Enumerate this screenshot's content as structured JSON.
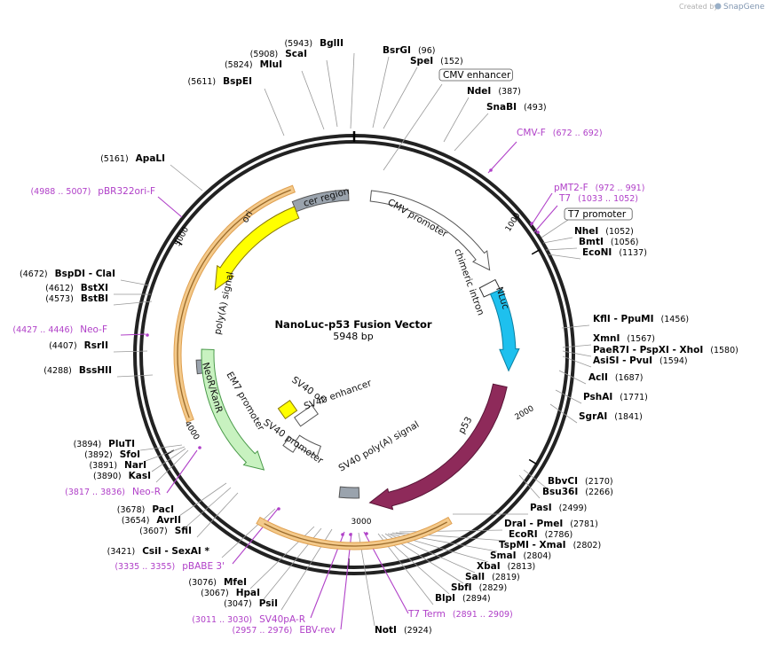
{
  "watermark": {
    "created_by": "Created by",
    "brand": "SnapGene"
  },
  "plasmid": {
    "name": "NanoLuc-p53 Fusion Vector",
    "length": "5948 bp"
  },
  "ruler": [
    "1000",
    "2000",
    "3000",
    "4000",
    "5000"
  ],
  "features": {
    "cer_region": "cer region",
    "cmv_promoter": "CMV promoter",
    "chimeric_intron": "chimeric intron",
    "nluc": "NLuc",
    "p53": "p53",
    "sv40_polya_signal": "SV40 poly(A) signal",
    "sv40_ori": "SV40 ori",
    "sv40_enhancer": "SV40 enhancer",
    "sv40_promoter": "SV40 promoter",
    "em7_promoter": "EM7 promoter",
    "neor_kanr": "NeoR/KanR",
    "polya_signal": "poly(A) signal",
    "ori": "ori"
  },
  "sites": [
    {
      "num": "(5943)",
      "name": "BglII"
    },
    {
      "num": "(5908)",
      "name": "ScaI"
    },
    {
      "num": "(5824)",
      "name": "MluI"
    },
    {
      "num": "(5611)",
      "name": "BspEI"
    },
    {
      "name": "BsrGI",
      "num": "(96)"
    },
    {
      "name": "SpeI",
      "num": "(152)"
    },
    {
      "name": "CMV enhancer",
      "boxed": true
    },
    {
      "name": "NdeI",
      "num": "(387)"
    },
    {
      "name": "SnaBI",
      "num": "(493)"
    },
    {
      "name": "CMV-F",
      "num": "(672 .. 692)",
      "primer": true
    },
    {
      "num": "(5161)",
      "name": "ApaLI"
    },
    {
      "num": "(4988 .. 5007)",
      "name": "pBR322ori-F",
      "primer": true
    },
    {
      "name": "pMT2-F",
      "num": "(972 .. 991)",
      "primer": true
    },
    {
      "name": "T7",
      "num": "(1033 .. 1052)",
      "primer": true
    },
    {
      "name": "T7 promoter",
      "boxed": true
    },
    {
      "name": "NheI",
      "num": "(1052)"
    },
    {
      "name": "BmtI",
      "num": "(1056)"
    },
    {
      "name": "EcoNI",
      "num": "(1137)"
    },
    {
      "num": "(4672)",
      "name": "BspDI - ClaI"
    },
    {
      "num": "(4612)",
      "name": "BstXI"
    },
    {
      "num": "(4573)",
      "name": "BstBI"
    },
    {
      "num": "(4427 .. 4446)",
      "name": "Neo-F",
      "primer": true
    },
    {
      "num": "(4407)",
      "name": "RsrII"
    },
    {
      "num": "(4288)",
      "name": "BssHII"
    },
    {
      "name": "KflI - PpuMI",
      "num": "(1456)"
    },
    {
      "name": "XmnI",
      "num": "(1567)"
    },
    {
      "name": "PaeR7I - PspXI - XhoI",
      "num": "(1580)"
    },
    {
      "name": "AsiSI - PvuI",
      "num": "(1594)"
    },
    {
      "name": "AclI",
      "num": "(1687)"
    },
    {
      "name": "PshAI",
      "num": "(1771)"
    },
    {
      "name": "SgrAI",
      "num": "(1841)"
    },
    {
      "num": "(3894)",
      "name": "PluTI"
    },
    {
      "num": "(3892)",
      "name": "SfoI"
    },
    {
      "num": "(3891)",
      "name": "NarI"
    },
    {
      "num": "(3890)",
      "name": "KasI"
    },
    {
      "num": "(3817 .. 3836)",
      "name": "Neo-R",
      "primer": true
    },
    {
      "num": "(3678)",
      "name": "PacI"
    },
    {
      "num": "(3654)",
      "name": "AvrII"
    },
    {
      "num": "(3607)",
      "name": "SfiI"
    },
    {
      "num": "(3421)",
      "name": "CsiI - SexAI *"
    },
    {
      "num": "(3335 .. 3355)",
      "name": "pBABE 3'",
      "primer": true
    },
    {
      "num": "(3076)",
      "name": "MfeI"
    },
    {
      "num": "(3067)",
      "name": "HpaI"
    },
    {
      "num": "(3047)",
      "name": "PsiI"
    },
    {
      "num": "(3011 .. 3030)",
      "name": "SV40pA-R",
      "primer": true
    },
    {
      "num": "(2957 .. 2976)",
      "name": "EBV-rev",
      "primer": true
    },
    {
      "name": "NotI",
      "num": "(2924)"
    },
    {
      "name": "T7 Term",
      "num": "(2891 .. 2909)",
      "primer": true
    },
    {
      "name": "BbvCI",
      "num": "(2170)"
    },
    {
      "name": "Bsu36I",
      "num": "(2266)"
    },
    {
      "name": "PasI",
      "num": "(2499)"
    },
    {
      "name": "DraI - PmeI",
      "num": "(2781)"
    },
    {
      "name": "EcoRI",
      "num": "(2786)"
    },
    {
      "name": "TspMI - XmaI",
      "num": "(2802)"
    },
    {
      "name": "SmaI",
      "num": "(2804)"
    },
    {
      "name": "XbaI",
      "num": "(2813)"
    },
    {
      "name": "SalI",
      "num": "(2819)"
    },
    {
      "name": "SbfI",
      "num": "(2829)"
    },
    {
      "name": "BlpI",
      "num": "(2894)"
    }
  ],
  "colors": {
    "backbone": "#222222",
    "primer": "#b040c8",
    "nluc": "#1ec0ee",
    "p53": "#8e2a5a",
    "ori": "#ffff00",
    "neor": "#c8f2c0",
    "cer": "#9aa3ad",
    "orf_highlight": "#f3c98a"
  }
}
